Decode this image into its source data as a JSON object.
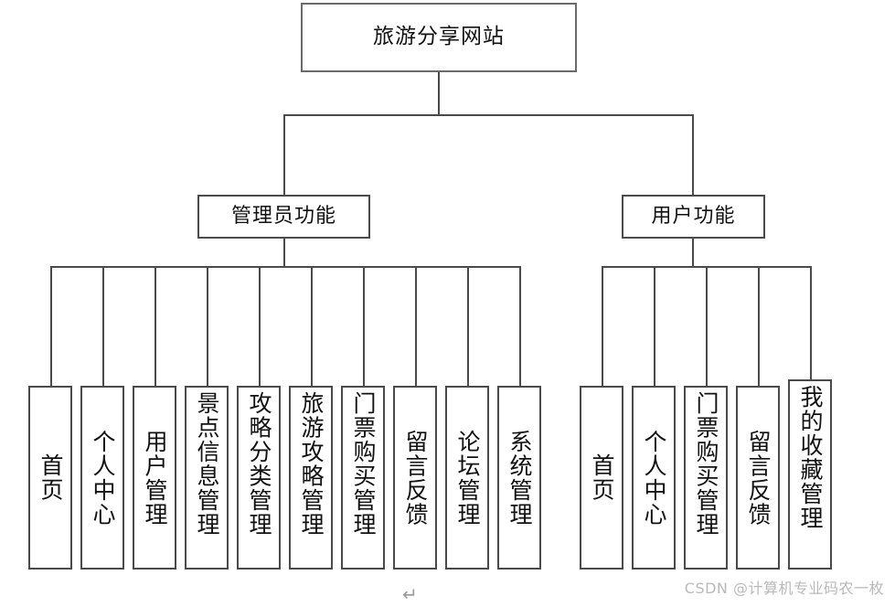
{
  "diagram": {
    "type": "tree",
    "title": "旅游分享网站",
    "root": {
      "label": "旅游分享网站"
    },
    "branches": [
      {
        "id": "admin",
        "label": "管理员功能"
      },
      {
        "id": "user",
        "label": "用户功能"
      }
    ],
    "admin_leaves": [
      {
        "label": "首页"
      },
      {
        "label": "个人中心"
      },
      {
        "label": "用户管理"
      },
      {
        "label": "景点信息管理"
      },
      {
        "label": "攻略分类管理"
      },
      {
        "label": "旅游攻略管理"
      },
      {
        "label": "门票购买管理"
      },
      {
        "label": "留言反馈"
      },
      {
        "label": "论坛管理"
      },
      {
        "label": "系统管理"
      }
    ],
    "user_leaves": [
      {
        "label": "首页"
      },
      {
        "label": "个人中心"
      },
      {
        "label": "门票购买管理"
      },
      {
        "label": "留言反馈"
      },
      {
        "label": "我的收藏管理"
      }
    ],
    "colors": {
      "background": "#ffffff",
      "box_border": "#6b6b6b",
      "line": "#4a4a4a",
      "text": "#111111",
      "watermark": "#b9b9b9"
    }
  },
  "watermark": {
    "text": "CSDN @计算机专业码农一枚"
  },
  "paragraph_mark": {
    "glyph": "↵"
  }
}
